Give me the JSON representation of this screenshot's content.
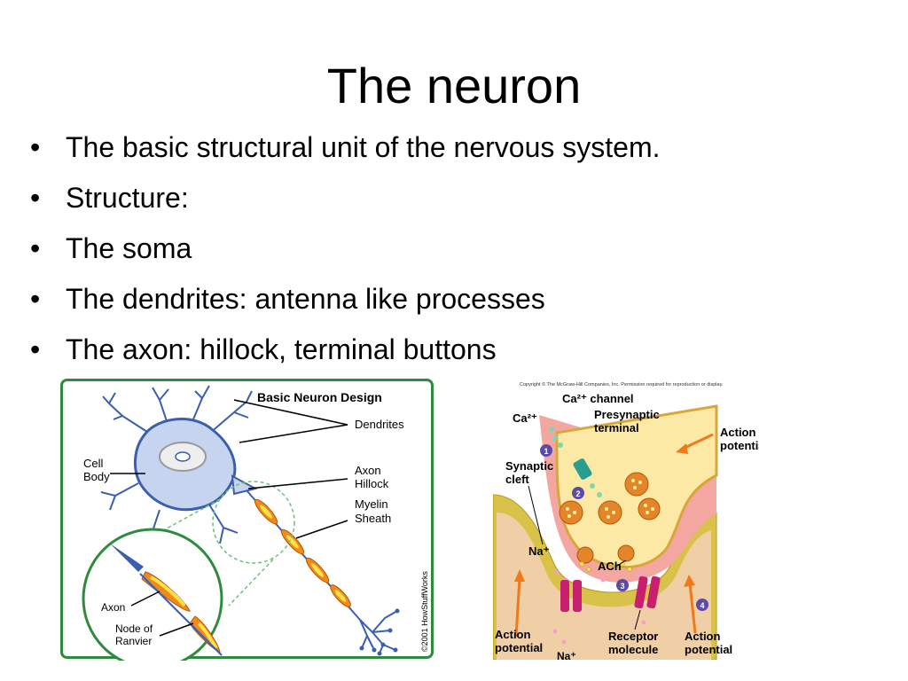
{
  "slide": {
    "title": "The neuron",
    "bullets": [
      "The basic structural unit of the nervous system.",
      "Structure:",
      "The soma",
      "The dendrites: antenna like processes",
      "The axon: hillock, terminal buttons"
    ],
    "bullet_glyph": "•"
  },
  "figure_left": {
    "title": "Basic Neuron Design",
    "labels": {
      "dendrites": "Dendrites",
      "cell_body": [
        "Cell",
        "Body"
      ],
      "axon_hillock": [
        "Axon",
        "Hillock"
      ],
      "myelin_sheath": [
        "Myelin",
        "Sheath"
      ],
      "axon": "Axon",
      "node_of_ranvier": [
        "Node of",
        "Ranvier"
      ]
    },
    "credit": "©2001 HowStuffWorks",
    "colors": {
      "border": "#2e8b3e",
      "soma": "#c7d4ef",
      "outline": "#3a5fae",
      "myelin": "#f28a1b",
      "myelin_inner": "#ffe14a"
    }
  },
  "figure_right": {
    "copyright": "Copyright © The McGraw-Hill Companies, Inc. Permission required for reproduction or display.",
    "labels": {
      "ca_channel": "Ca²⁺ channel",
      "ca": "Ca²⁺",
      "presynaptic_terminal": [
        "Presynaptic",
        "terminal"
      ],
      "action_potential_top": [
        "Action",
        "potential"
      ],
      "synaptic_cleft": [
        "Synaptic",
        "cleft"
      ],
      "na": "Na⁺",
      "ach": "ACh",
      "action_potential_left": [
        "Action",
        "potential"
      ],
      "receptor_molecule": [
        "Receptor",
        "molecule"
      ],
      "action_potential_right": [
        "Action",
        "potential"
      ],
      "na_bottom": "Na⁺"
    },
    "step_numbers": [
      "1",
      "2",
      "3",
      "4"
    ],
    "colors": {
      "postsynaptic": "#d8c24a",
      "presynaptic": "#fde9a6",
      "cleft": "#f3a7a0",
      "vesicle": "#e5852a",
      "receptor": "#c8206e",
      "channel": "#2a9d8f",
      "badge": "#5b4aa8",
      "arrow": "#f07a1a"
    }
  }
}
